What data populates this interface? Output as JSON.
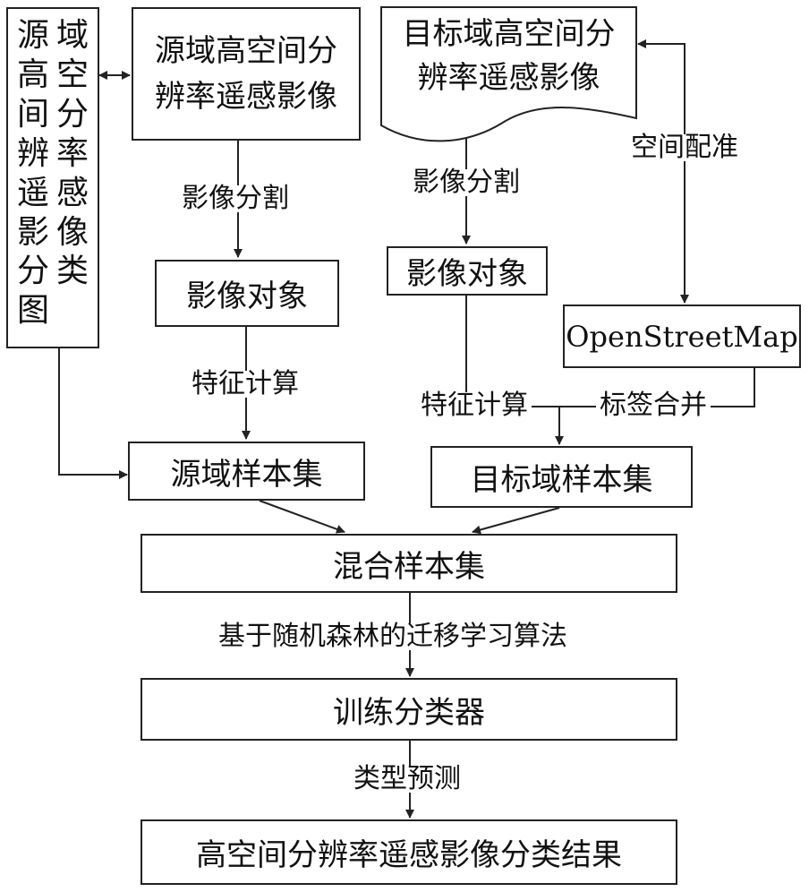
{
  "nodes": {
    "source_map": {
      "col1": [
        "源",
        "高",
        "间",
        "辨",
        "遥",
        "影",
        "分",
        "图"
      ],
      "col2": [
        "域",
        "空",
        "分",
        "率",
        "感",
        "像",
        "类"
      ]
    },
    "source_image": [
      "源域高空间分",
      "辨率遥感影像"
    ],
    "target_image": [
      "目标域高空间分",
      "辨率遥感影像"
    ],
    "source_objects": "影像对象",
    "target_objects": "影像对象",
    "osm": "OpenStreetMap",
    "source_samples": "源域样本集",
    "target_samples": "目标域样本集",
    "mixed_samples": "混合样本集",
    "classifier": "训练分类器",
    "result": "高空间分辨率遥感影像分类结果"
  },
  "edges": {
    "seg_left": "影像分割",
    "seg_right": "影像分割",
    "feat_left": "特征计算",
    "feat_right": "特征计算",
    "registration": "空间配准",
    "label_merge": "标签合并",
    "transfer": "基于随机森林的迁移学习算法",
    "predict": "类型预测"
  }
}
